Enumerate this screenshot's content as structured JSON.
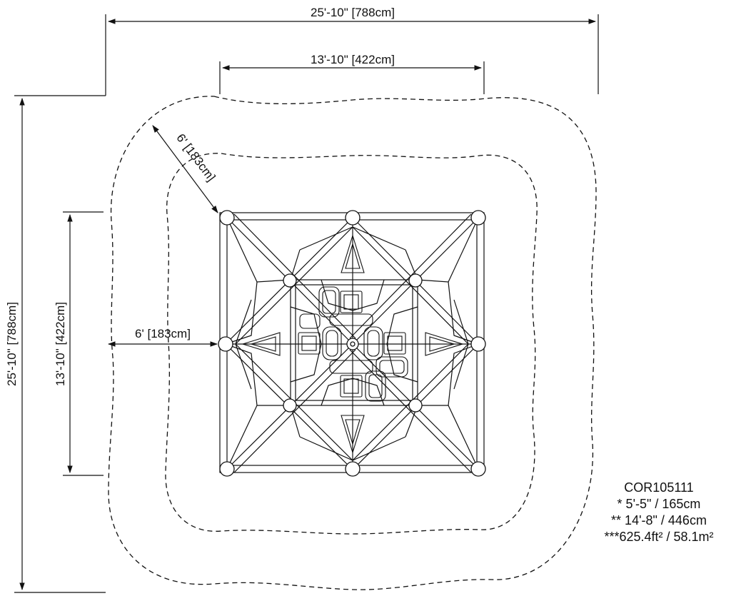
{
  "dimensions": {
    "overall_width": "25'-10\" [788cm]",
    "overall_height": "25'-10\" [788cm]",
    "structure_width": "13'-10\" [422cm]",
    "structure_height": "13'-10\" [422cm]",
    "clearance_diagonal": "6' [183cm]",
    "clearance_side": "6' [183cm]"
  },
  "spec": {
    "model": "COR105111",
    "height_1": "* 5'-5\" / 165cm",
    "height_2": "** 14'-8\" / 446cm",
    "area": "***625.4ft² / 58.1m²"
  }
}
